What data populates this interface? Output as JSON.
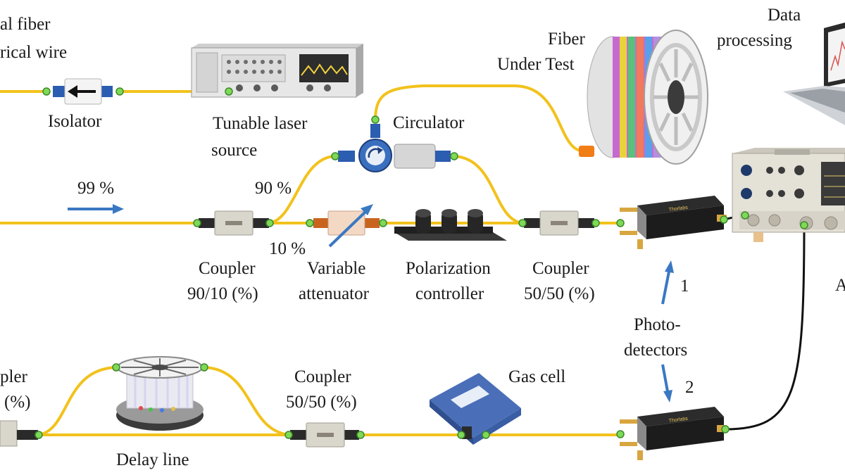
{
  "labels": {
    "legend_fiber": "al fiber",
    "legend_wire": "rical wire",
    "isolator": "Isolator",
    "laser_line1": "Tunable laser",
    "laser_line2": "source",
    "circulator": "Circulator",
    "fut_line1": "Fiber",
    "fut_line2": "Under Test",
    "data_line1": "Data",
    "data_line2": "processing",
    "pct_99": "99 %",
    "pct_90": "90 %",
    "pct_10": "10 %",
    "coupler_9010_line1": "Coupler",
    "coupler_9010_line2": "90/10 (%)",
    "attenuator_line1": "Variable",
    "attenuator_line2": "attenuator",
    "polctrl_line1": "Polarization",
    "polctrl_line2": "controller",
    "coupler_5050_top_line1": "Coupler",
    "coupler_5050_top_line2": "50/50 (%)",
    "pd_num_1": "1",
    "pd_num_2": "2",
    "photodetectors_line1": "Photo-",
    "photodetectors_line2": "detectors",
    "coupler_left_line1": "pler",
    "coupler_left_line2": "(%)",
    "delay_line": "Delay line",
    "coupler_5050_bottom_line1": "Coupler",
    "coupler_5050_bottom_line2": "50/50 (%)",
    "gas_cell": "Gas cell",
    "right_edge_char": "A"
  },
  "colors": {
    "fiber": "#f2c21c",
    "wire": "#111111",
    "connector": "#7ed957",
    "arrow": "#3a78c2",
    "coupler_body": "#d9d6cc",
    "photodetector_body": "#1c1c1c",
    "gold": "#d8a640"
  }
}
